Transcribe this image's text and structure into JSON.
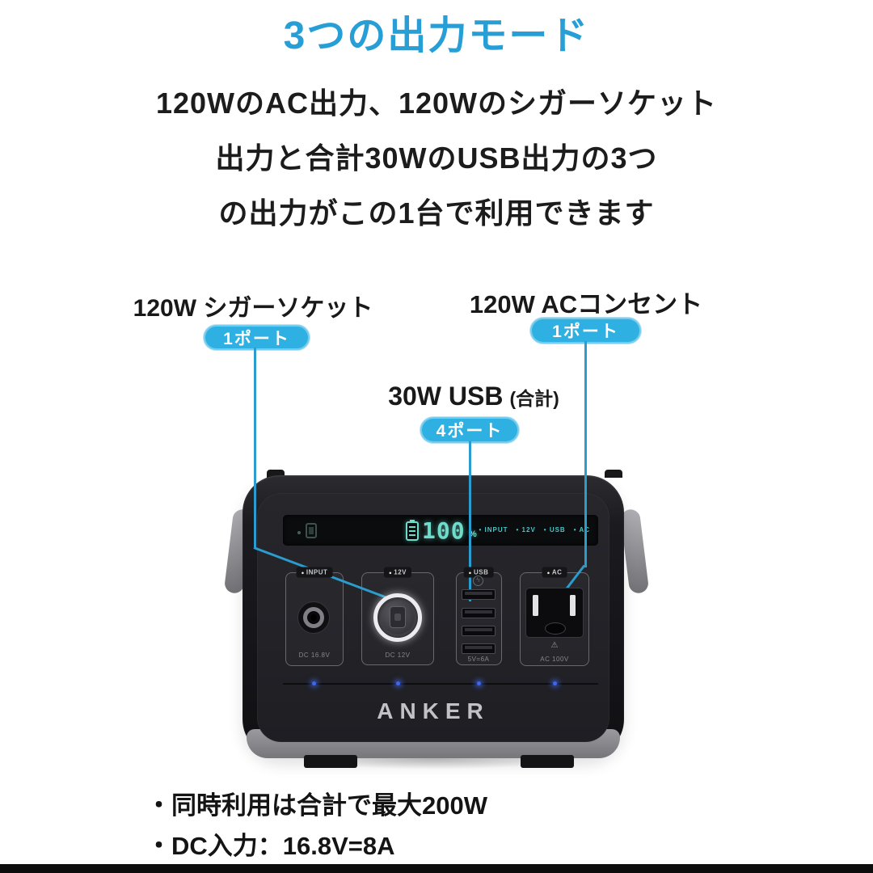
{
  "title": "3つの出力モード",
  "intro": {
    "lines": [
      "120WのAC出力、120Wのシガーソケット",
      "出力と合計30WのUSB出力の3つ",
      "の出力がこの1台で利用できます"
    ]
  },
  "callouts": {
    "cigarette": {
      "label": "120W シガーソケット",
      "badge": "1ポート"
    },
    "ac": {
      "label": "120W ACコンセント",
      "badge": "1ポート"
    },
    "usb": {
      "label": "30W USB",
      "suffix": "(合計)",
      "badge": "4ポート"
    }
  },
  "device": {
    "brand": "ANKER",
    "display": {
      "battery_percent": "100",
      "percent_sign": "%",
      "indicators": [
        "INPUT",
        "12V",
        "USB",
        "AC"
      ]
    },
    "ports": {
      "dc_input": {
        "tag": "INPUT",
        "caption": "DC 16.8V"
      },
      "socket_12v": {
        "tag": "12V",
        "caption": "DC 12V"
      },
      "usb": {
        "tag": "USB",
        "caption": "5V=6A"
      },
      "ac": {
        "tag": "AC",
        "caption": "AC 100V",
        "warn_icon": "⚠"
      }
    }
  },
  "notes": {
    "items": [
      "・同時利用は合計で最大200W",
      "・DC入力：16.8V=8A"
    ]
  },
  "colors": {
    "accent_blue": "#279fd6",
    "badge_blue": "#2eb0e2",
    "line_blue": "#2a9cce",
    "display_teal": "#6fdccb",
    "led_blue": "#3e66ee",
    "note_black": "#141414"
  }
}
